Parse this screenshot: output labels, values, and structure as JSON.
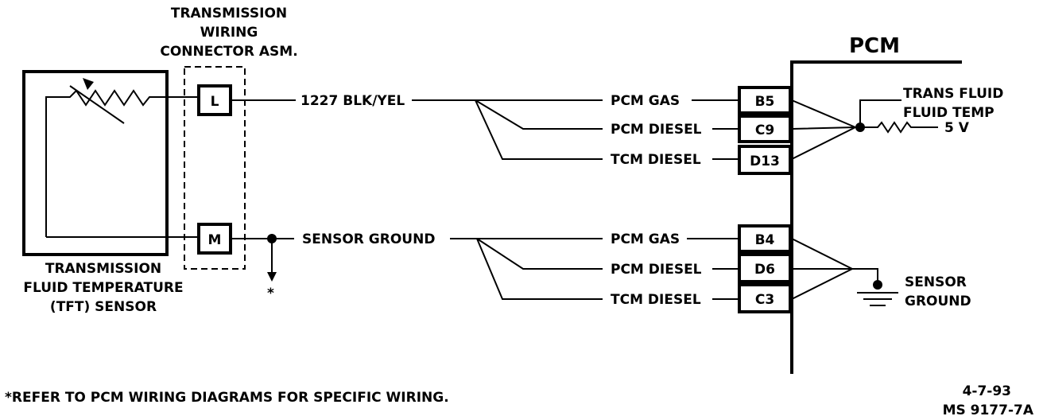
{
  "connector": {
    "title_lines": [
      "TRANSMISSION",
      "WIRING",
      "CONNECTOR ASM."
    ],
    "pins": [
      "L",
      "M"
    ]
  },
  "sensor": {
    "label_lines": [
      "TRANSMISSION",
      "FLUID TEMPERATURE",
      "(TFT) SENSOR"
    ]
  },
  "wires": {
    "signal": "1227 BLK/YEL",
    "ground": "SENSOR GROUND",
    "ground_ref_mark": "*"
  },
  "pcm": {
    "title": "PCM",
    "signal_branches": [
      {
        "label": "PCM GAS",
        "pin": "B5"
      },
      {
        "label": "PCM DIESEL",
        "pin": "C9"
      },
      {
        "label": "TCM DIESEL",
        "pin": "D13"
      }
    ],
    "ground_branches": [
      {
        "label": "PCM GAS",
        "pin": "B4"
      },
      {
        "label": "PCM DIESEL",
        "pin": "D6"
      },
      {
        "label": "TCM DIESEL",
        "pin": "C3"
      }
    ],
    "internal_signal_label_lines": [
      "TRANS FLUID",
      "FLUID TEMP"
    ],
    "pullup_voltage": "5 V",
    "internal_ground_label_lines": [
      "SENSOR",
      "GROUND"
    ]
  },
  "footnote": "*REFER TO PCM WIRING DIAGRAMS FOR SPECIFIC WIRING.",
  "date": "4-7-93",
  "figure_code": "MS 9177-7A"
}
